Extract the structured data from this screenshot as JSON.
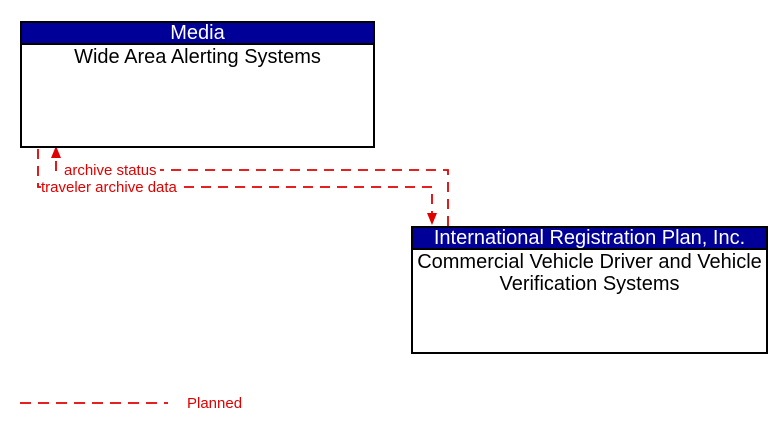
{
  "diagram": {
    "kind": "architecture-interconnect-diagram",
    "boxes": [
      {
        "header": "Media",
        "body": "Wide Area Alerting Systems"
      },
      {
        "header": "International Registration Plan, Inc.",
        "body": "Commercial Vehicle Driver and Vehicle Verification Systems"
      }
    ],
    "flows": [
      {
        "label": "archive status",
        "from": "International Registration Plan, Inc.",
        "to": "Media",
        "status": "planned"
      },
      {
        "label": "traveler archive data",
        "from": "Media",
        "to": "International Registration Plan, Inc.",
        "status": "planned"
      }
    ],
    "legend": {
      "planned_label": "Planned"
    },
    "colors": {
      "header_bg": "#000099",
      "header_text": "#ffffff",
      "flow_line": "#e00000",
      "box_border": "#000000",
      "background": "#ffffff"
    }
  }
}
